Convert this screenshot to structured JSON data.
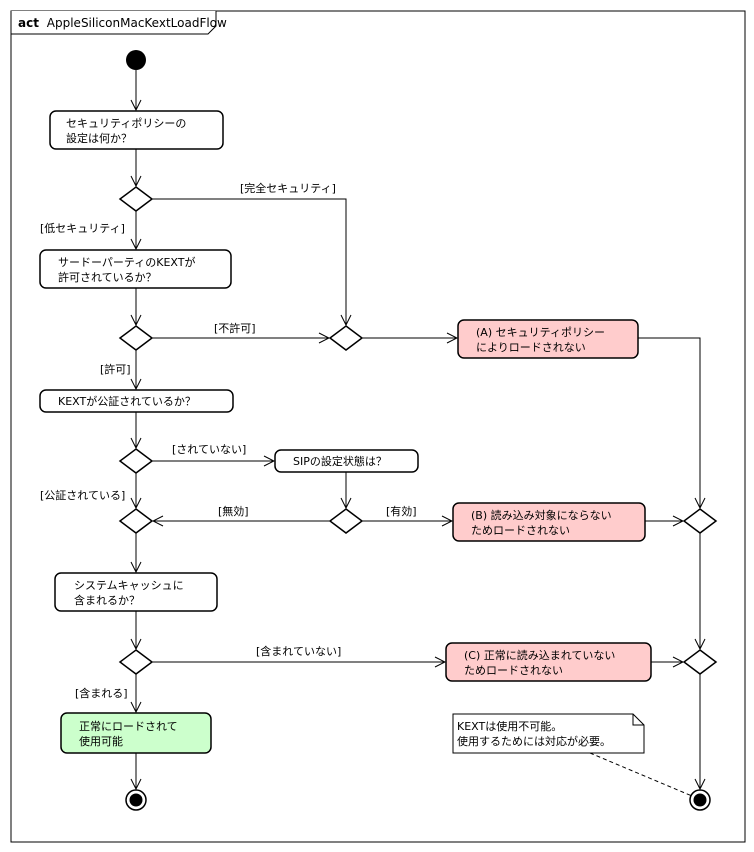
{
  "frame": {
    "keyword": "act",
    "name": "AppleSiliconMacKextLoadFlow"
  },
  "actions": {
    "policy_q": [
      "セキュリティポリシーの",
      "設定は何か？"
    ],
    "third_party_q": [
      "サードーパーティのKEXTが",
      "許可されているか？"
    ],
    "notarized_q": [
      "KEXTが公証されているか？"
    ],
    "sip_q": [
      "SIPの設定状態は？"
    ],
    "syscache_q": [
      "システムキャッシュに",
      "含まれるか？"
    ],
    "result_a": [
      "(A) セキュリティポリシー",
      "によりロードされない"
    ],
    "result_b": [
      "(B) 読み込み対象にならない",
      "ためロードされない"
    ],
    "result_c": [
      "(C) 正常に読み込まれていない",
      "ためロードされない"
    ],
    "result_ok": [
      "正常にロードされて",
      "使用可能"
    ]
  },
  "guards": {
    "full_security": "[完全セキュリティ]",
    "low_security": "[低セキュリティ]",
    "not_allowed": "[不許可]",
    "allowed": "[許可]",
    "not_notarized": "[されていない]",
    "notarized": "[公証されている]",
    "disabled": "[無効]",
    "enabled": "[有効]",
    "not_included": "[含まれていない]",
    "included": "[含まれる]"
  },
  "note": [
    "KEXTは使用不可能。",
    "使用するためには対応が必要。"
  ],
  "colors": {
    "error_fill": "#ffcccc",
    "success_fill": "#ccffcc",
    "default_fill": "#ffffff",
    "stroke": "#000000"
  }
}
